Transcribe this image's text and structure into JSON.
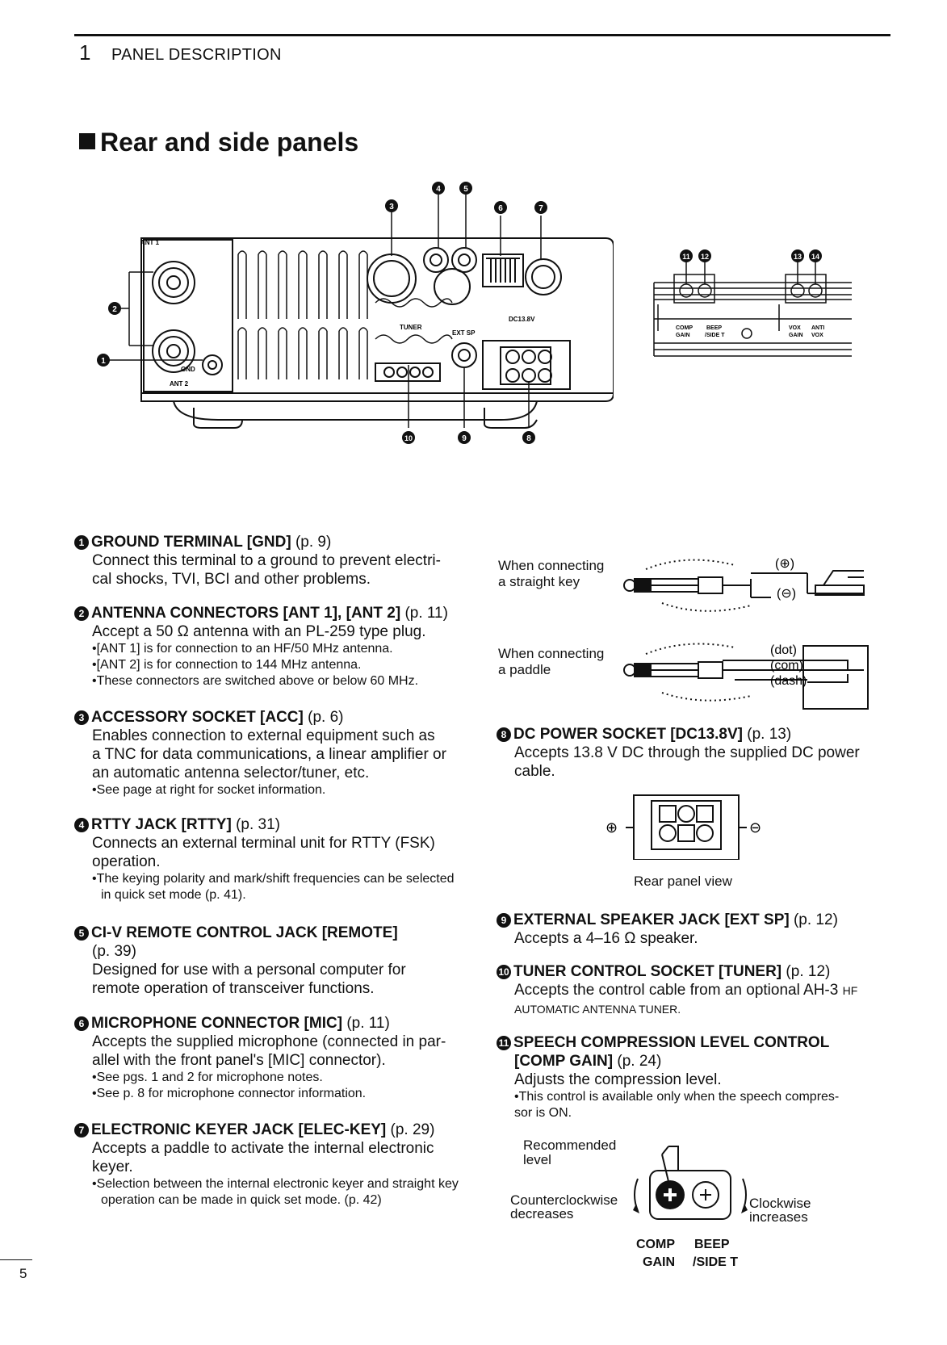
{
  "header": {
    "chapter_number": "1",
    "chapter_title": "PANEL DESCRIPTION"
  },
  "section_title": "Rear and side panels",
  "diagram": {
    "markers_rear": [
      "1",
      "2",
      "3",
      "4",
      "5",
      "6",
      "7",
      "8",
      "9",
      "10"
    ],
    "markers_side": [
      "11",
      "12",
      "13",
      "14"
    ],
    "rear_labels": {
      "ant1": "ANT 1",
      "ant2": "ANT 2",
      "gnd": "GND",
      "tuner": "TUNER",
      "ext_sp": "EXT SP",
      "dc": "DC13.8V"
    },
    "side_labels": {
      "comp": "COMP",
      "gain": "GAIN",
      "beep": "BEEP",
      "side_t": "/SIDE T",
      "vox": "VOX",
      "vox_gain": "GAIN",
      "anti": "ANTI",
      "anti_vox": "VOX"
    }
  },
  "items": [
    {
      "num": "1",
      "title": "GROUND TERMINAL [GND]",
      "page": "(p. 9)",
      "body": [
        "Connect this terminal to a ground to prevent electri-",
        "cal shocks, TVI, BCI and other problems."
      ],
      "bullets": []
    },
    {
      "num": "2",
      "title": "ANTENNA CONNECTORS [ANT 1], [ANT 2]",
      "page": "(p. 11)",
      "body": [
        "Accept a 50 Ω antenna with an PL-259 type plug."
      ],
      "bullets": [
        "•[ANT 1] is for connection to an HF/50 MHz antenna.",
        "•[ANT 2] is for connection to 144 MHz antenna.",
        "•These connectors are switched above or below 60 MHz."
      ]
    },
    {
      "num": "3",
      "title": "ACCESSORY SOCKET [ACC]",
      "page": "(p. 6)",
      "body": [
        "Enables connection to external equipment such as",
        "a TNC for data communications, a linear amplifier or",
        "an automatic antenna selector/tuner, etc."
      ],
      "bullets": [
        "•See page at right for socket information."
      ]
    },
    {
      "num": "4",
      "title": "RTTY JACK [RTTY]",
      "page": "(p. 31)",
      "body": [
        "Connects an external terminal unit for RTTY (FSK)",
        "operation."
      ],
      "bullets": [
        "•The keying polarity and mark/shift frequencies can be selected in quick set mode (p. 41)."
      ]
    },
    {
      "num": "5",
      "title": "CI-V REMOTE CONTROL JACK [REMOTE]",
      "page": "",
      "body": [
        "(p. 39)",
        "Designed for use with a personal computer for",
        "remote operation of transceiver functions."
      ],
      "bullets": []
    },
    {
      "num": "6",
      "title": "MICROPHONE CONNECTOR [MIC]",
      "page": "(p. 11)",
      "body": [
        "Accepts the supplied microphone (connected in par-",
        "allel with the front panel's [MIC] connector)."
      ],
      "bullets": [
        "•See pgs. 1 and 2 for microphone notes.",
        "•See p. 8 for microphone connector information."
      ]
    },
    {
      "num": "7",
      "title": "ELECTRONIC KEYER JACK [ELEC-KEY]",
      "page": "(p. 29)",
      "body": [
        "Accepts a paddle to activate the internal electronic",
        "keyer."
      ],
      "bullets": [
        "•Selection between the internal electronic keyer and straight key operation can be made in quick set mode. (p. 42)"
      ]
    },
    {
      "num": "8",
      "title": "DC POWER SOCKET [DC13.8V]",
      "page": "(p. 13)",
      "body": [
        "Accepts 13.8 V DC through the supplied DC power",
        "cable."
      ],
      "bullets": []
    },
    {
      "num": "9",
      "title": "EXTERNAL SPEAKER JACK [EXT SP]",
      "page": "(p. 12)",
      "body": [
        "Accepts a 4–16 Ω speaker."
      ],
      "bullets": []
    },
    {
      "num": "10",
      "title": "TUNER CONTROL SOCKET [TUNER]",
      "page": "(p. 12)",
      "body": [
        "Accepts the control cable from an optional AH-3"
      ],
      "hf": "HF",
      "tail": "AUTOMATIC ANTENNA TUNER.",
      "bullets": []
    },
    {
      "num": "11",
      "title": "SPEECH COMPRESSION LEVEL CONTROL",
      "title2": "[COMP GAIN]",
      "page": "(p. 24)",
      "body": [
        "Adjusts the compression level."
      ],
      "bullets": [
        "•This control is available only when the speech compres-",
        "sor is ON."
      ]
    }
  ],
  "key_figures": {
    "straight_key_label": [
      "When connecting",
      "a straight key"
    ],
    "paddle_label": [
      "When connecting",
      "a paddle"
    ],
    "plus": "(⊕)",
    "minus": "(⊖)",
    "dot": "(dot)",
    "com": "(com)",
    "dash": "(dash)"
  },
  "dc_figure": {
    "plus": "⊕",
    "minus": "⊖",
    "caption": "Rear panel view"
  },
  "knob_figure": {
    "recommended": [
      "Recommended",
      "level"
    ],
    "ccw": [
      "Counterclockwise",
      "decreases"
    ],
    "cw": [
      "Clockwise",
      "increases"
    ],
    "comp": "COMP",
    "gain": "GAIN",
    "beep": "BEEP",
    "side_t": "/SIDE T"
  },
  "page_number": "5"
}
